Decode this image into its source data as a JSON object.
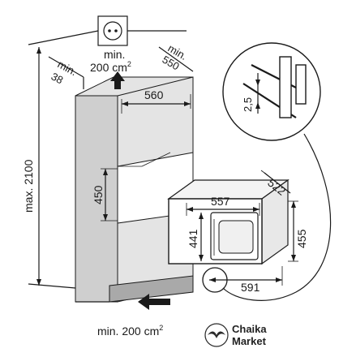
{
  "dimensions": {
    "max_height": "max. 2100",
    "min_left": "min.",
    "min_left_value": "38",
    "vent_top_line1": "min.",
    "vent_top_line2": "200 cm",
    "vent_top_sup": "2",
    "min_depth": "min.",
    "min_depth_value": "550",
    "niche_width": "560",
    "niche_height": "450",
    "gap": "2,5",
    "appliance_depth": "522",
    "appliance_inner_width": "557",
    "appliance_height_front": "441",
    "appliance_height_side": "455",
    "appliance_width": "591",
    "vent_bottom": "min. 200 cm",
    "vent_bottom_sup": "2"
  },
  "brand": {
    "name": "Chaika",
    "sub": "Market"
  }
}
